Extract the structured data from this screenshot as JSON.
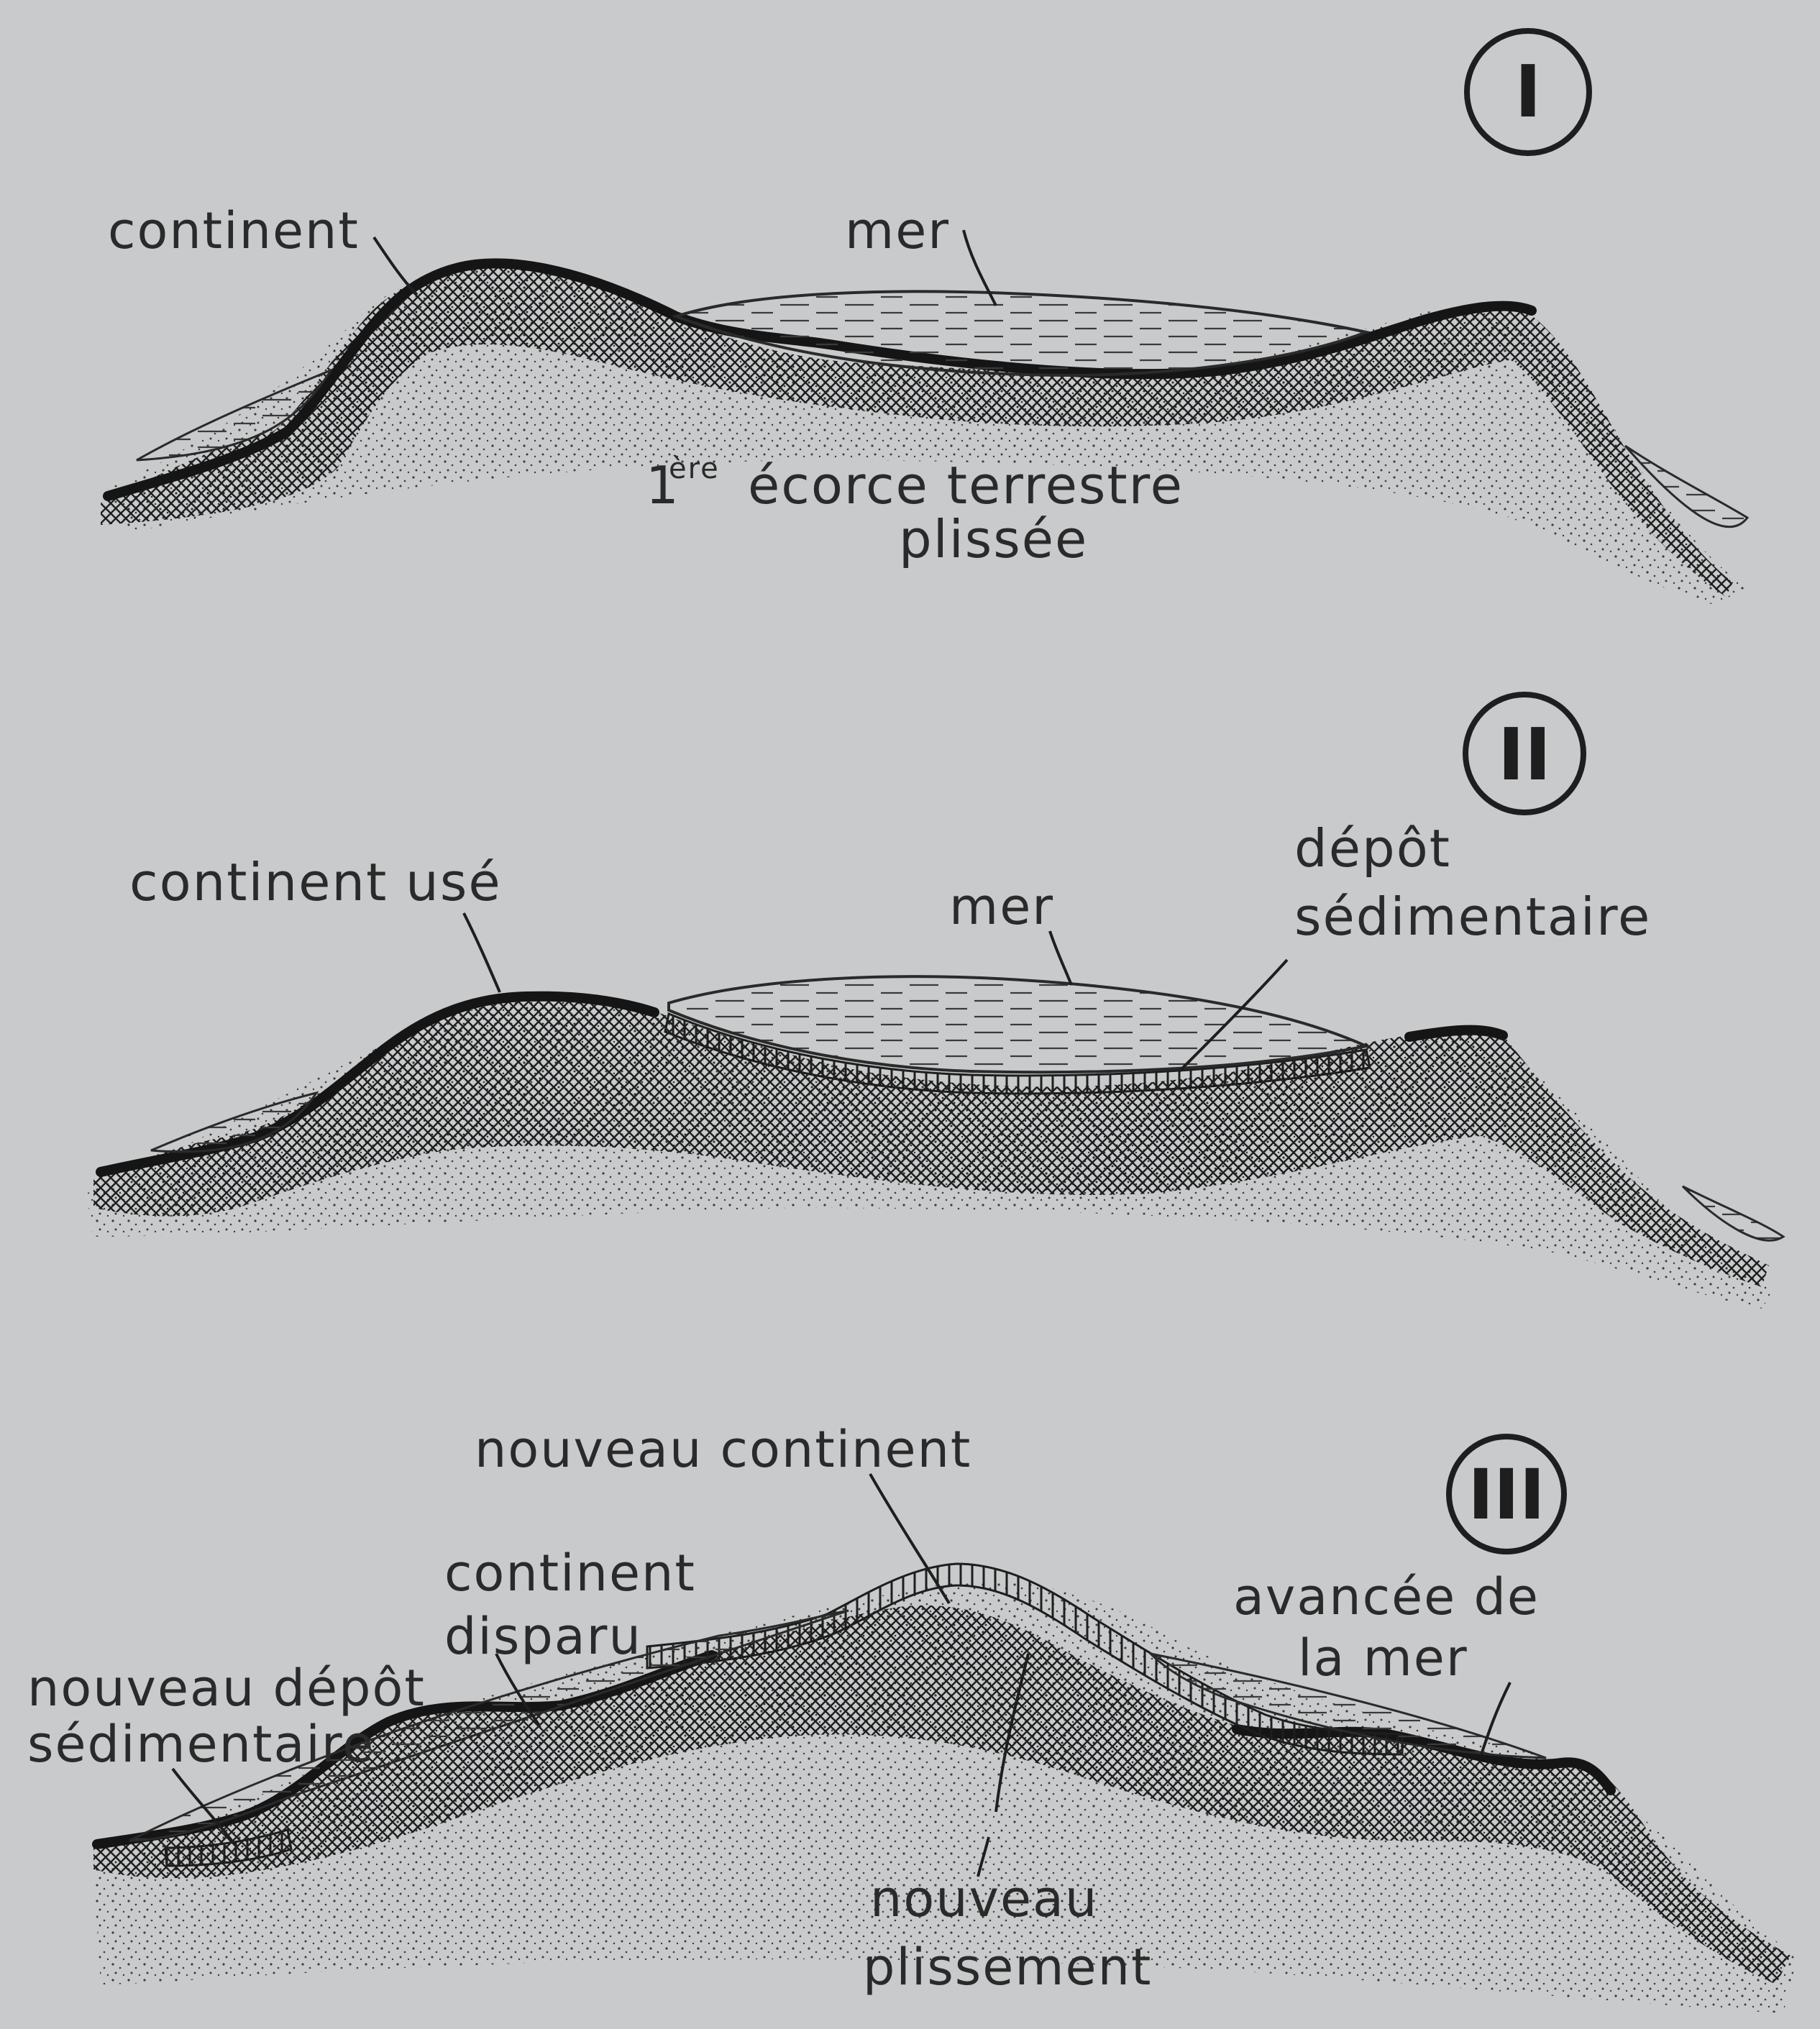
{
  "panels": [
    {
      "number": "I",
      "labels": {
        "continent": "continent",
        "mer": "mer",
        "ecorce_sup": "ère",
        "ecorce_line1": "écorce terrestre",
        "ecorce_line2": "plissée"
      }
    },
    {
      "number": "II",
      "labels": {
        "continent_use": "continent usé",
        "mer": "mer",
        "depot_line1": "dépôt",
        "depot_line2": "sédimentaire"
      }
    },
    {
      "number": "III",
      "labels": {
        "nouveau_continent": "nouveau continent",
        "continent_disparu_line1": "continent",
        "continent_disparu_line2": "disparu",
        "nouveau_depot_line1": "nouveau dépôt",
        "nouveau_depot_line2": "sédimentaire",
        "avancee_line1": "avancée de",
        "avancee_line2": "la mer",
        "plissement_line1": "nouveau",
        "plissement_line2": "plissement"
      }
    }
  ],
  "colors": {
    "background": "#c9cacb",
    "ink": "#1e1e1e",
    "water": "#c2c3c4"
  }
}
